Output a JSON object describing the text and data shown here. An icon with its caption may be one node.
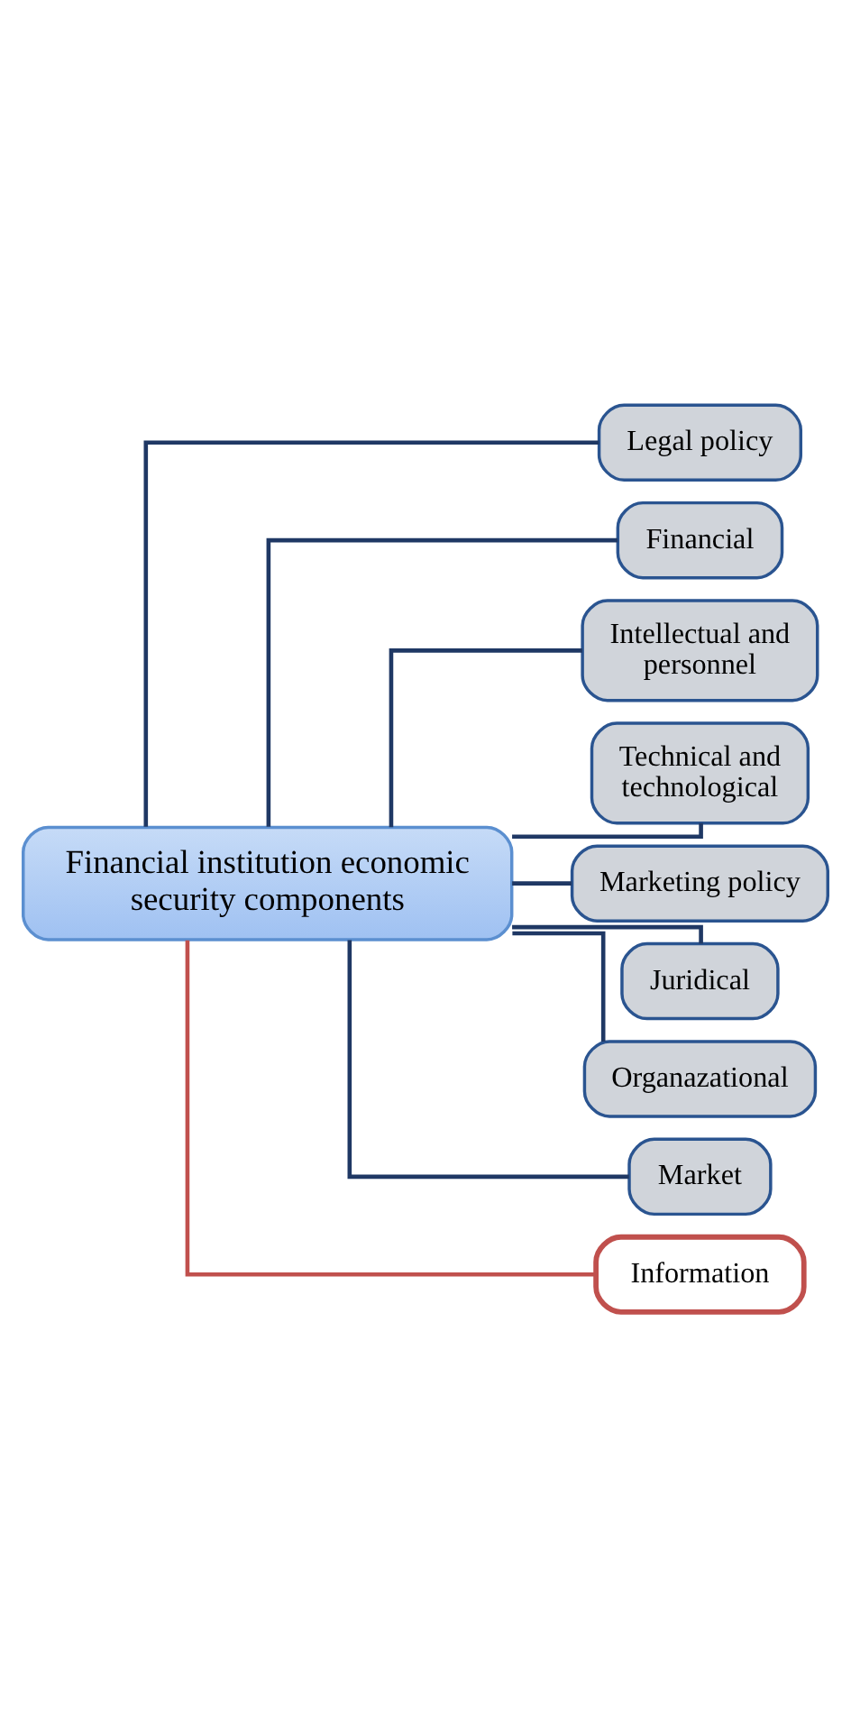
{
  "diagram": {
    "nodes": [
      {
        "text": [
          "Financial institution economic security components"
        ]
      },
      {
        "text": [
          "Legal policy"
        ]
      },
      {
        "text": [
          "Financial"
        ]
      },
      {
        "text": [
          "Intellectual and personnel"
        ]
      },
      {
        "text": [
          "Technical and technological"
        ]
      },
      {
        "text": [
          "Marketing policy"
        ]
      },
      {
        "text": [
          "Juridical"
        ]
      },
      {
        "text": [
          "Organazational"
        ]
      },
      {
        "text": [
          "Market"
        ]
      },
      {
        "text": [
          "Information"
        ]
      }
    ],
    "edges": [
      {
        "from": 0,
        "to": 1,
        "arrow": "none"
      },
      {
        "from": 0,
        "to": 2,
        "arrow": "none"
      },
      {
        "from": 0,
        "to": 3,
        "arrow": "none"
      },
      {
        "from": 0,
        "to": 4,
        "arrow": "none"
      },
      {
        "from": 0,
        "to": 5,
        "arrow": "none"
      },
      {
        "from": 0,
        "to": 6,
        "arrow": "none"
      },
      {
        "from": 0,
        "to": 7,
        "arrow": "none"
      },
      {
        "from": 0,
        "to": 8,
        "arrow": "none"
      },
      {
        "from": 0,
        "to": 9,
        "arrow": "none",
        "color": "#c0504d"
      }
    ]
  }
}
